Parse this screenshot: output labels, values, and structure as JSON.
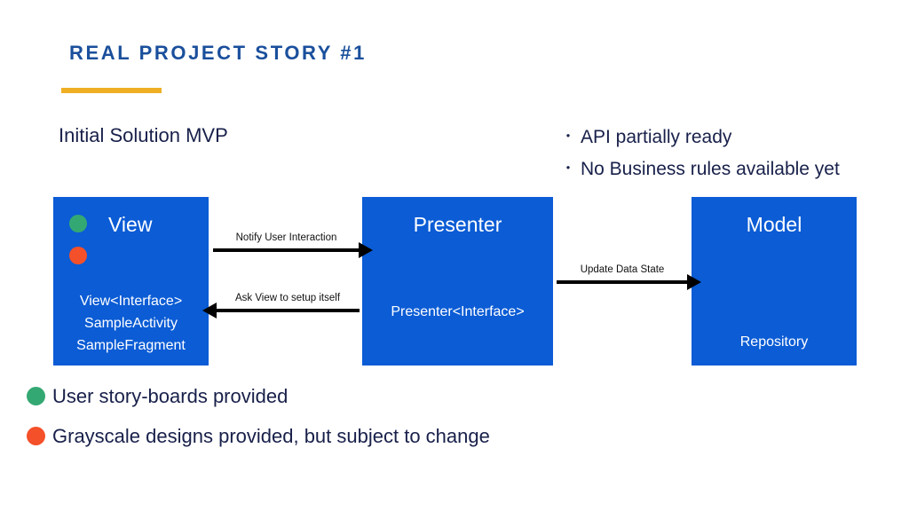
{
  "header": {
    "title": "REAL PROJECT STORY #1",
    "accent_color": "#efaf24",
    "title_color": "#1a4f9c"
  },
  "section": {
    "label": "Initial Solution MVP"
  },
  "notes": {
    "bullet_glyph": "・",
    "items": [
      {
        "text": "API partially ready"
      },
      {
        "text": "No Business rules available yet"
      }
    ]
  },
  "diagram": {
    "box_color": "#0b5cd5",
    "boxes": [
      {
        "name": "view",
        "title": "View",
        "lines": "View<Interface>\nSampleActivity\nSampleFragment",
        "dots": [
          {
            "name": "green",
            "color": "#34a873"
          },
          {
            "name": "red",
            "color": "#f4502a"
          }
        ]
      },
      {
        "name": "presenter",
        "title": "Presenter",
        "lines": "Presenter<Interface>"
      },
      {
        "name": "model",
        "title": "Model",
        "lines": "Repository"
      }
    ],
    "arrows": [
      {
        "name": "notify",
        "label": "Notify User Interaction",
        "direction": "right"
      },
      {
        "name": "ask",
        "label": "Ask View to setup itself",
        "direction": "left"
      },
      {
        "name": "update",
        "label": "Update Data State",
        "direction": "right"
      }
    ]
  },
  "legend": {
    "items": [
      {
        "color": "#34a873",
        "text": "User story-boards provided"
      },
      {
        "color": "#f4502a",
        "text": "Grayscale designs provided, but subject to change"
      }
    ]
  }
}
